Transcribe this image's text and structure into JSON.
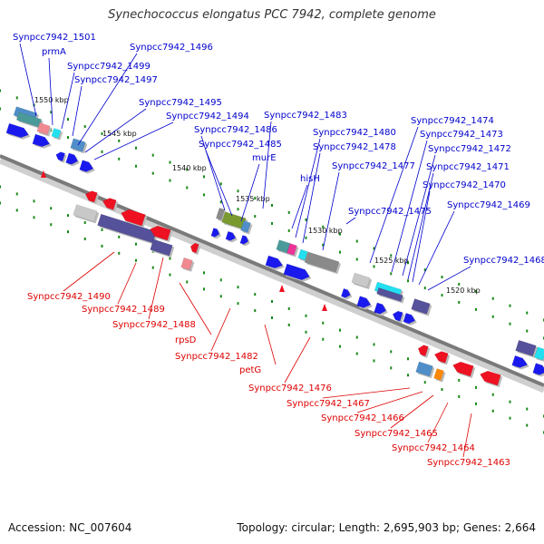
{
  "title": "Synechococcus elongatus PCC 7942, complete genome",
  "footer": {
    "accession": "Accession: NC_007604",
    "summary": "Topology: circular; Length: 2,695,903 bp; Genes: 2,664"
  },
  "colors": {
    "forward_label": "#0000cc",
    "reverse_label": "#dd0000",
    "backbone": "#7a7a7a",
    "tick": "#1a8a1a"
  },
  "scale_labels": [
    "1550 kbp",
    "1545 kbp",
    "1540 kbp",
    "1535 kbp",
    "1530 kbp",
    "1525 kbp",
    "1520 kbp"
  ],
  "forward_labels": [
    "Synpcc7942_1501",
    "prmA",
    "Synpcc7942_1499",
    "Synpcc7942_1497",
    "Synpcc7942_1496",
    "Synpcc7942_1495",
    "Synpcc7942_1494",
    "Synpcc7942_1486",
    "Synpcc7942_1485",
    "murE",
    "Synpcc7942_1483",
    "hisH",
    "Synpcc7942_1480",
    "Synpcc7942_1478",
    "Synpcc7942_1477",
    "Synpcc7942_1475",
    "Synpcc7942_1474",
    "Synpcc7942_1473",
    "Synpcc7942_1472",
    "Synpcc7942_1471",
    "Synpcc7942_1470",
    "Synpcc7942_1469",
    "Synpcc7942_1468"
  ],
  "reverse_labels": [
    "Synpcc7942_1490",
    "Synpcc7942_1489",
    "Synpcc7942_1488",
    "rpsD",
    "Synpcc7942_1482",
    "petG",
    "Synpcc7942_1476",
    "Synpcc7942_1467",
    "Synpcc7942_1466",
    "Synpcc7942_1465",
    "Synpcc7942_1464",
    "Synpcc7942_1463"
  ]
}
